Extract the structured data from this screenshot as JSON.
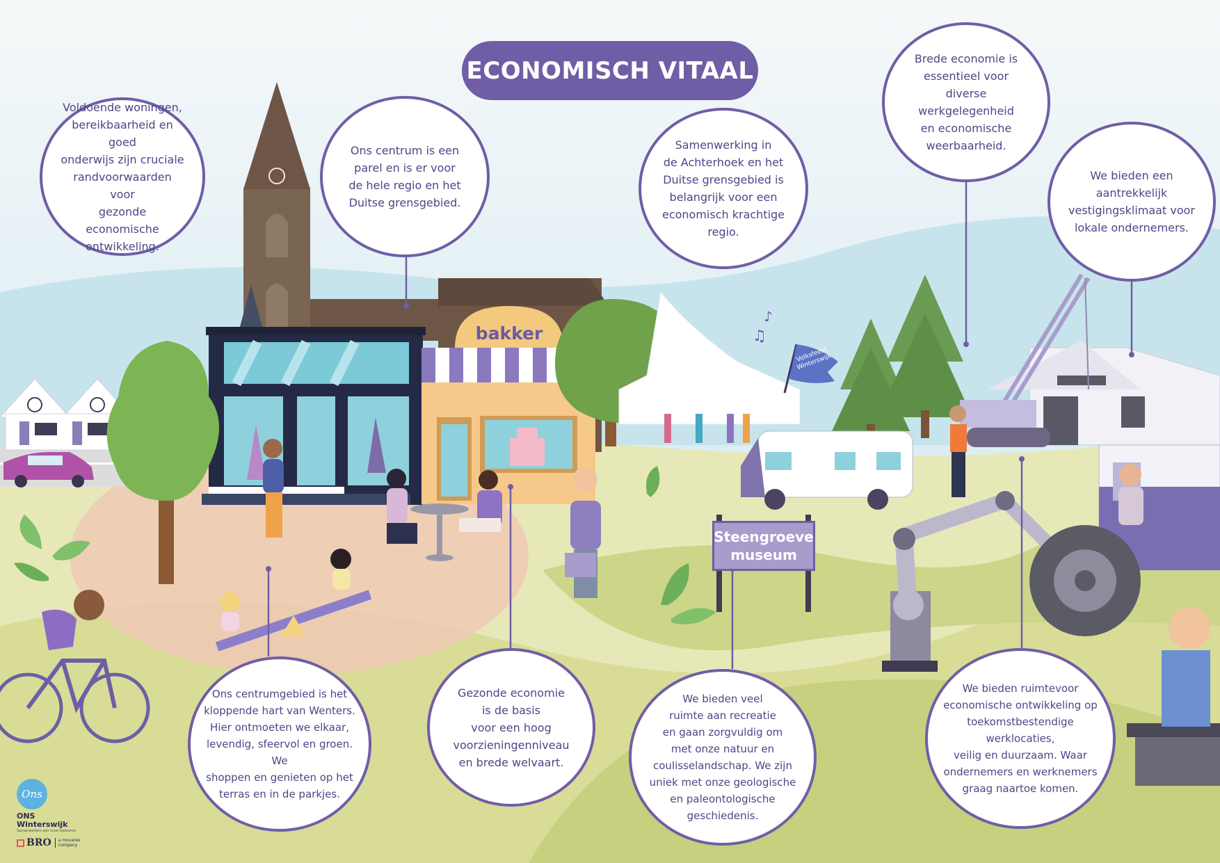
{
  "title": "ECONOMISCH VITAAL",
  "bubbles": [
    "Voldoende woningen,\nbereikbaarheid en goed\nonderwijs zijn cruciale\nrandvoorwaarden voor\ngezonde economische\nontwikkeling.",
    "Ons centrum is een\nparel en is er voor\nde hele regio en het\nDuitse grensgebied.",
    "Samenwerking in\nde Achterhoek en het\nDuitse grensgebied is\nbelangrijk voor een\neconomisch krachtige\nregio.",
    "Brede economie is\nessentieel voor diverse\nwerkgelegenheid\nen economische\nweerbaarheid.",
    "We bieden een\naantrekkelijk\nvestigingsklimaat voor\nlokale ondernemers.",
    "Ons centrumgebied is het\nkloppende hart van Wenters.\nHier ontmoeten we elkaar,\nlevendig, sfeervol en groen. We\nshoppen en genieten op het\nterras en in de parkjes.",
    "Gezonde economie\nis de basis\nvoor een hoog\nvoorzieningenniveau\nen brede welvaart.",
    "We bieden veel\nruimte aan recreatie\nen gaan zorgvuldig om\nmet onze natuur en\ncoulisselandschap. We zijn\nuniek met onze geologische\nen paleontologische\ngeschiedenis.",
    "We bieden ruimtevoor\neconomische ontwikkeling op\ntoekomstbestendige werklocaties,\nveilig en duurzaam. Waar\nondernemers en werknemers\ngraag naartoe komen."
  ],
  "sign": "Steengroeve\nmuseum",
  "shop_label": "bakker",
  "flag": "Volksfeest\nWinterswijk",
  "logo": {
    "mark": "Ons",
    "name": "ONS\nWinterswijk",
    "tagline": "Samenwerken aan onze toekomst",
    "partner": "BRO",
    "partner_sub": "a movares\ncompany"
  },
  "colors": {
    "accent": "#6f5ea6",
    "text": "#4f4587"
  }
}
